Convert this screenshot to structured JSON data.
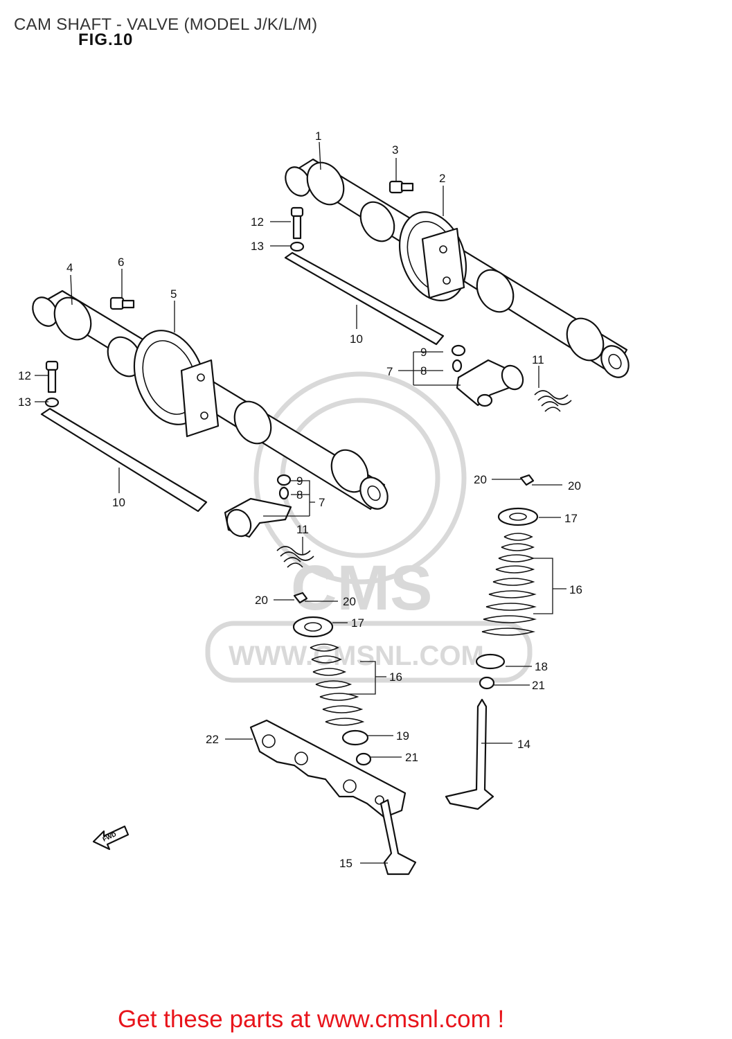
{
  "header": {
    "title": "CAM SHAFT - VALVE (MODEL J/K/L/M)",
    "figure": "FIG.10"
  },
  "callouts": {
    "c1": "1",
    "c2": "2",
    "c3": "3",
    "c4": "4",
    "c5": "5",
    "c6": "6",
    "c7a": "7",
    "c7b": "7",
    "c8a": "8",
    "c8b": "8",
    "c9a": "9",
    "c9b": "9",
    "c10a": "10",
    "c10b": "10",
    "c11a": "11",
    "c11b": "11",
    "c12a": "12",
    "c12b": "12",
    "c13a": "13",
    "c13b": "13",
    "c14": "14",
    "c15": "15",
    "c16a": "16",
    "c16b": "16",
    "c17a": "17",
    "c17b": "17",
    "c18": "18",
    "c19": "19",
    "c20a": "20",
    "c20b": "20",
    "c20c": "20",
    "c20d": "20",
    "c21a": "21",
    "c21b": "21",
    "c22": "22"
  },
  "fwd_marker": "FWD",
  "watermark": {
    "brand": "CMS",
    "url": "WWW.CMSNL.COM"
  },
  "footer": {
    "text": "Get these parts at www.cmsnl.com !"
  },
  "colors": {
    "footer_text": "#e8141b",
    "watermark": "#d9d9d9",
    "line_art": "#111111"
  }
}
